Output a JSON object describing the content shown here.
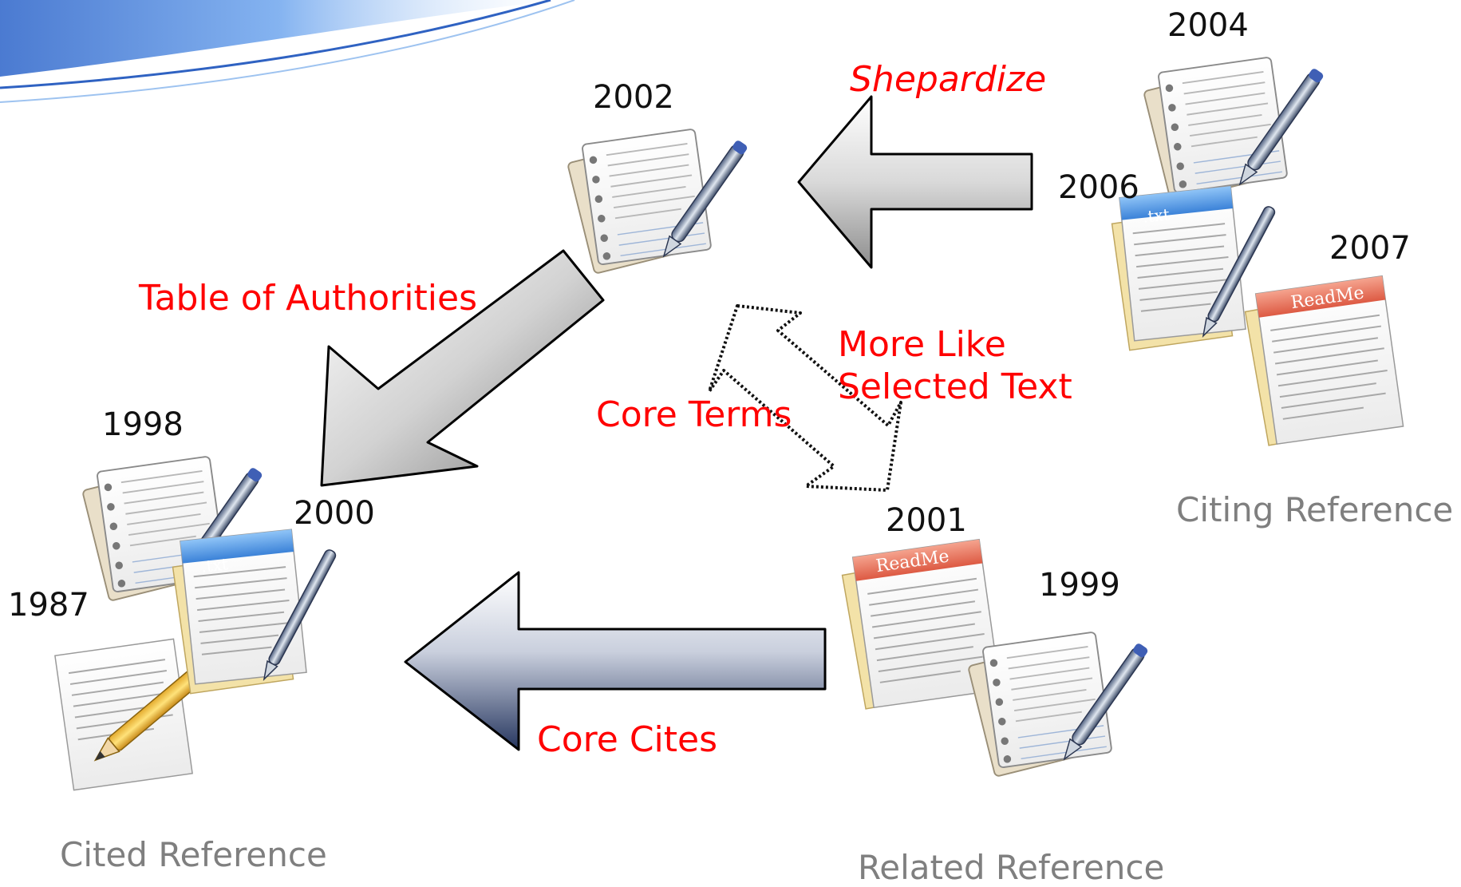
{
  "labels": {
    "shepardize": "Shepardize",
    "table_of_authorities": "Table of Authorities",
    "more_like_line1": "More Like",
    "more_like_line2": "Selected Text",
    "core_terms": "Core Terms",
    "core_cites": "Core Cites",
    "citing_reference": "Citing Reference",
    "cited_reference": "Cited Reference",
    "related_reference": "Related Reference"
  },
  "years": {
    "y2002": "2002",
    "y2004": "2004",
    "y2006": "2006",
    "y2007": "2007",
    "y1998": "1998",
    "y2000": "2000",
    "y1987": "1987",
    "y2001": "2001",
    "y1999": "1999"
  },
  "icon_texts": {
    "txt": ".txt",
    "readme": "ReadMe"
  },
  "colors": {
    "accent": "#ff0000",
    "group_label": "#7f7f7f",
    "arrow_dark": "#1f2f57",
    "arrow_light": "#f2f2f2",
    "txt_tab": "#4a90e2",
    "readme_tab": "#e8705a"
  },
  "icons": {
    "notepad": "notepad-pen-icon",
    "txt": "txt-document-icon",
    "readme": "readme-document-icon",
    "pencil": "pencil-document-icon"
  }
}
